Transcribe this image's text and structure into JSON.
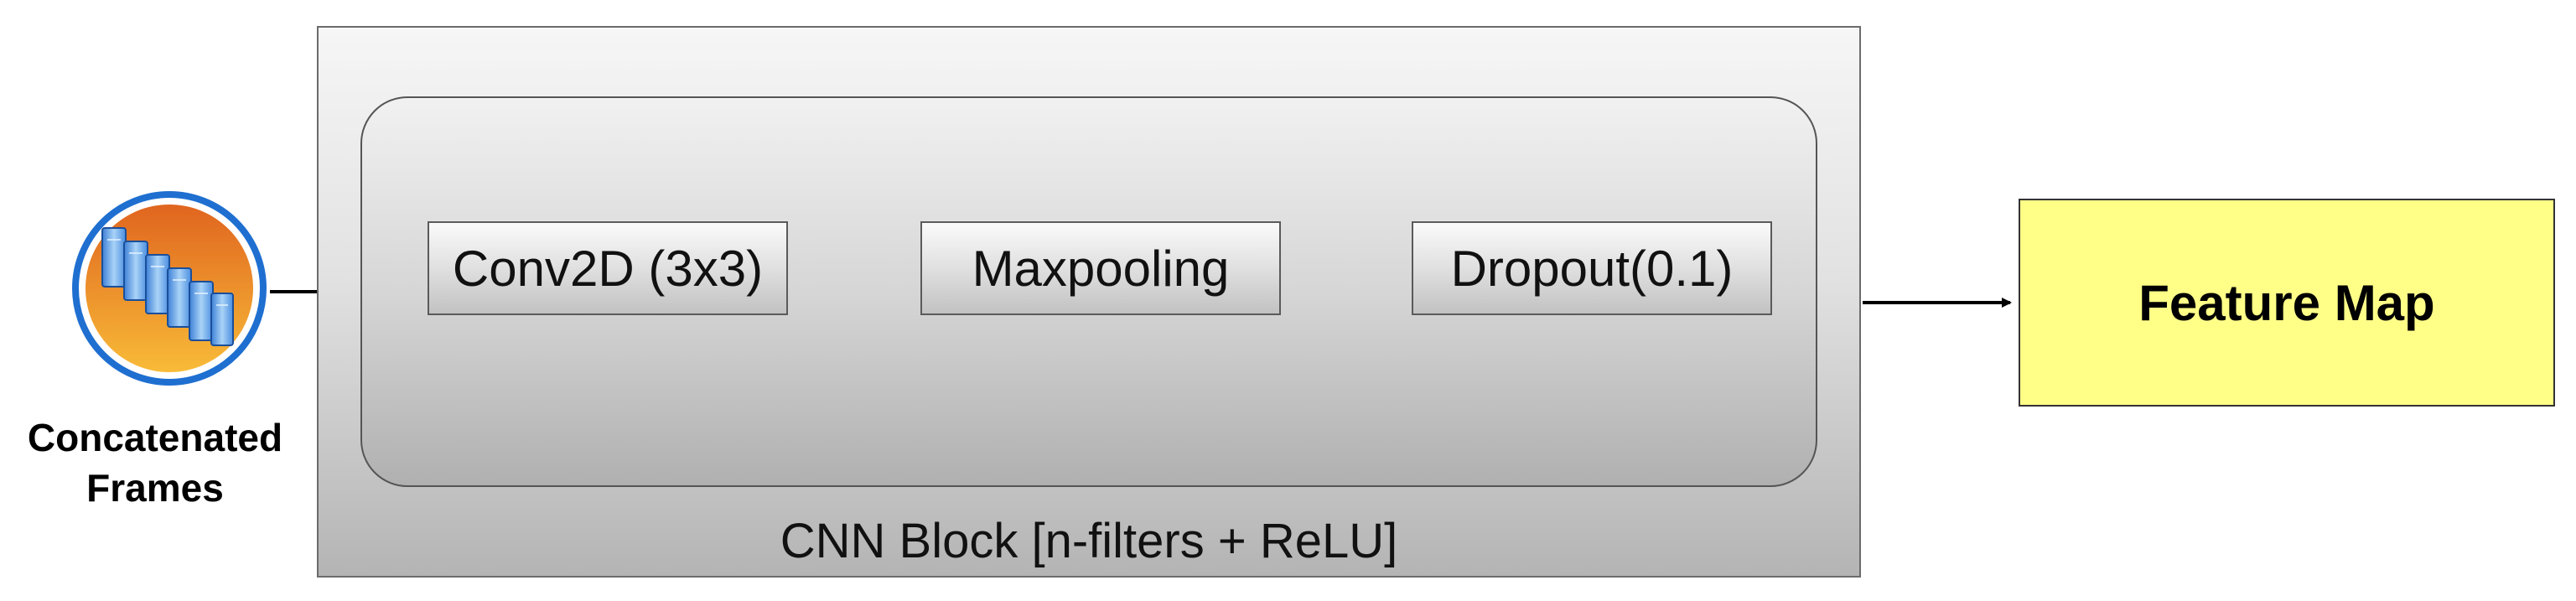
{
  "input": {
    "label_line1": "Concatenated",
    "label_line2": "Frames",
    "icon": "stacked-frames-icon"
  },
  "cnn_block": {
    "caption": "CNN Block [n-filters + ReLU]",
    "layers": [
      {
        "label": "Conv2D (3x3)"
      },
      {
        "label": "Maxpooling"
      },
      {
        "label": "Dropout(0.1)"
      }
    ]
  },
  "output": {
    "label": "Feature Map"
  },
  "colors": {
    "feature_map_fill": "#ffff88",
    "icon_orange_top": "#e8742a",
    "icon_orange_bottom": "#f7b334",
    "icon_ring": "#1f6fd1",
    "icon_server": "#7fb7ef"
  }
}
